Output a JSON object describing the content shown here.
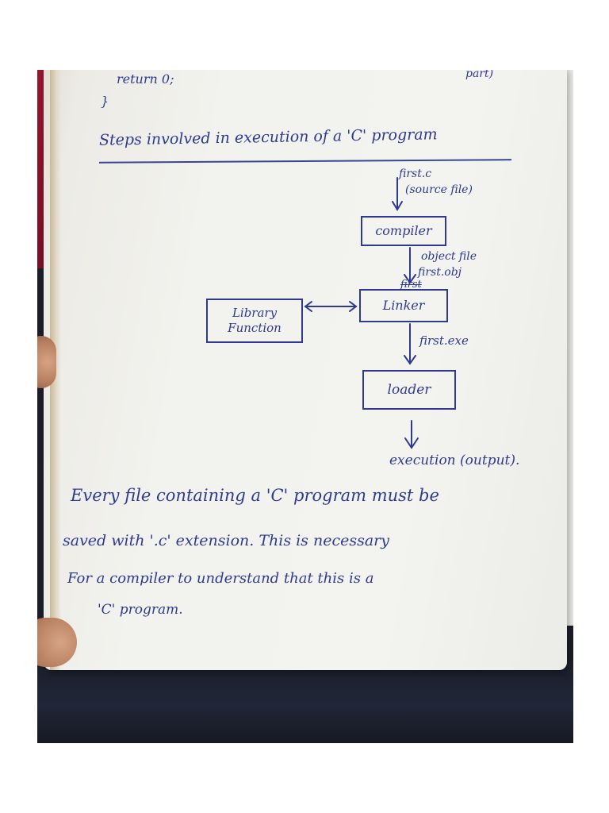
{
  "notes": {
    "top_code": [
      "return 0;",
      "}"
    ],
    "top_right_fragment": "part)",
    "heading": "Steps involved in execution of a 'C' program",
    "diagram": {
      "source_label_1": "first.c",
      "source_label_2": "(source file)",
      "compiler": "compiler",
      "object_label_1": "object file",
      "object_label_2": "first.obj",
      "object_label_3": "first",
      "library_line_1": "Library",
      "library_line_2": "Function",
      "linker": "Linker",
      "exe_label": "first.exe",
      "loader": "loader",
      "output": "execution (output)."
    },
    "paragraph": [
      "Every file containing a 'C' program must be",
      "saved with '.c' extension. This is necessary",
      "For a compiler to understand that this is a",
      "'C' program."
    ]
  }
}
